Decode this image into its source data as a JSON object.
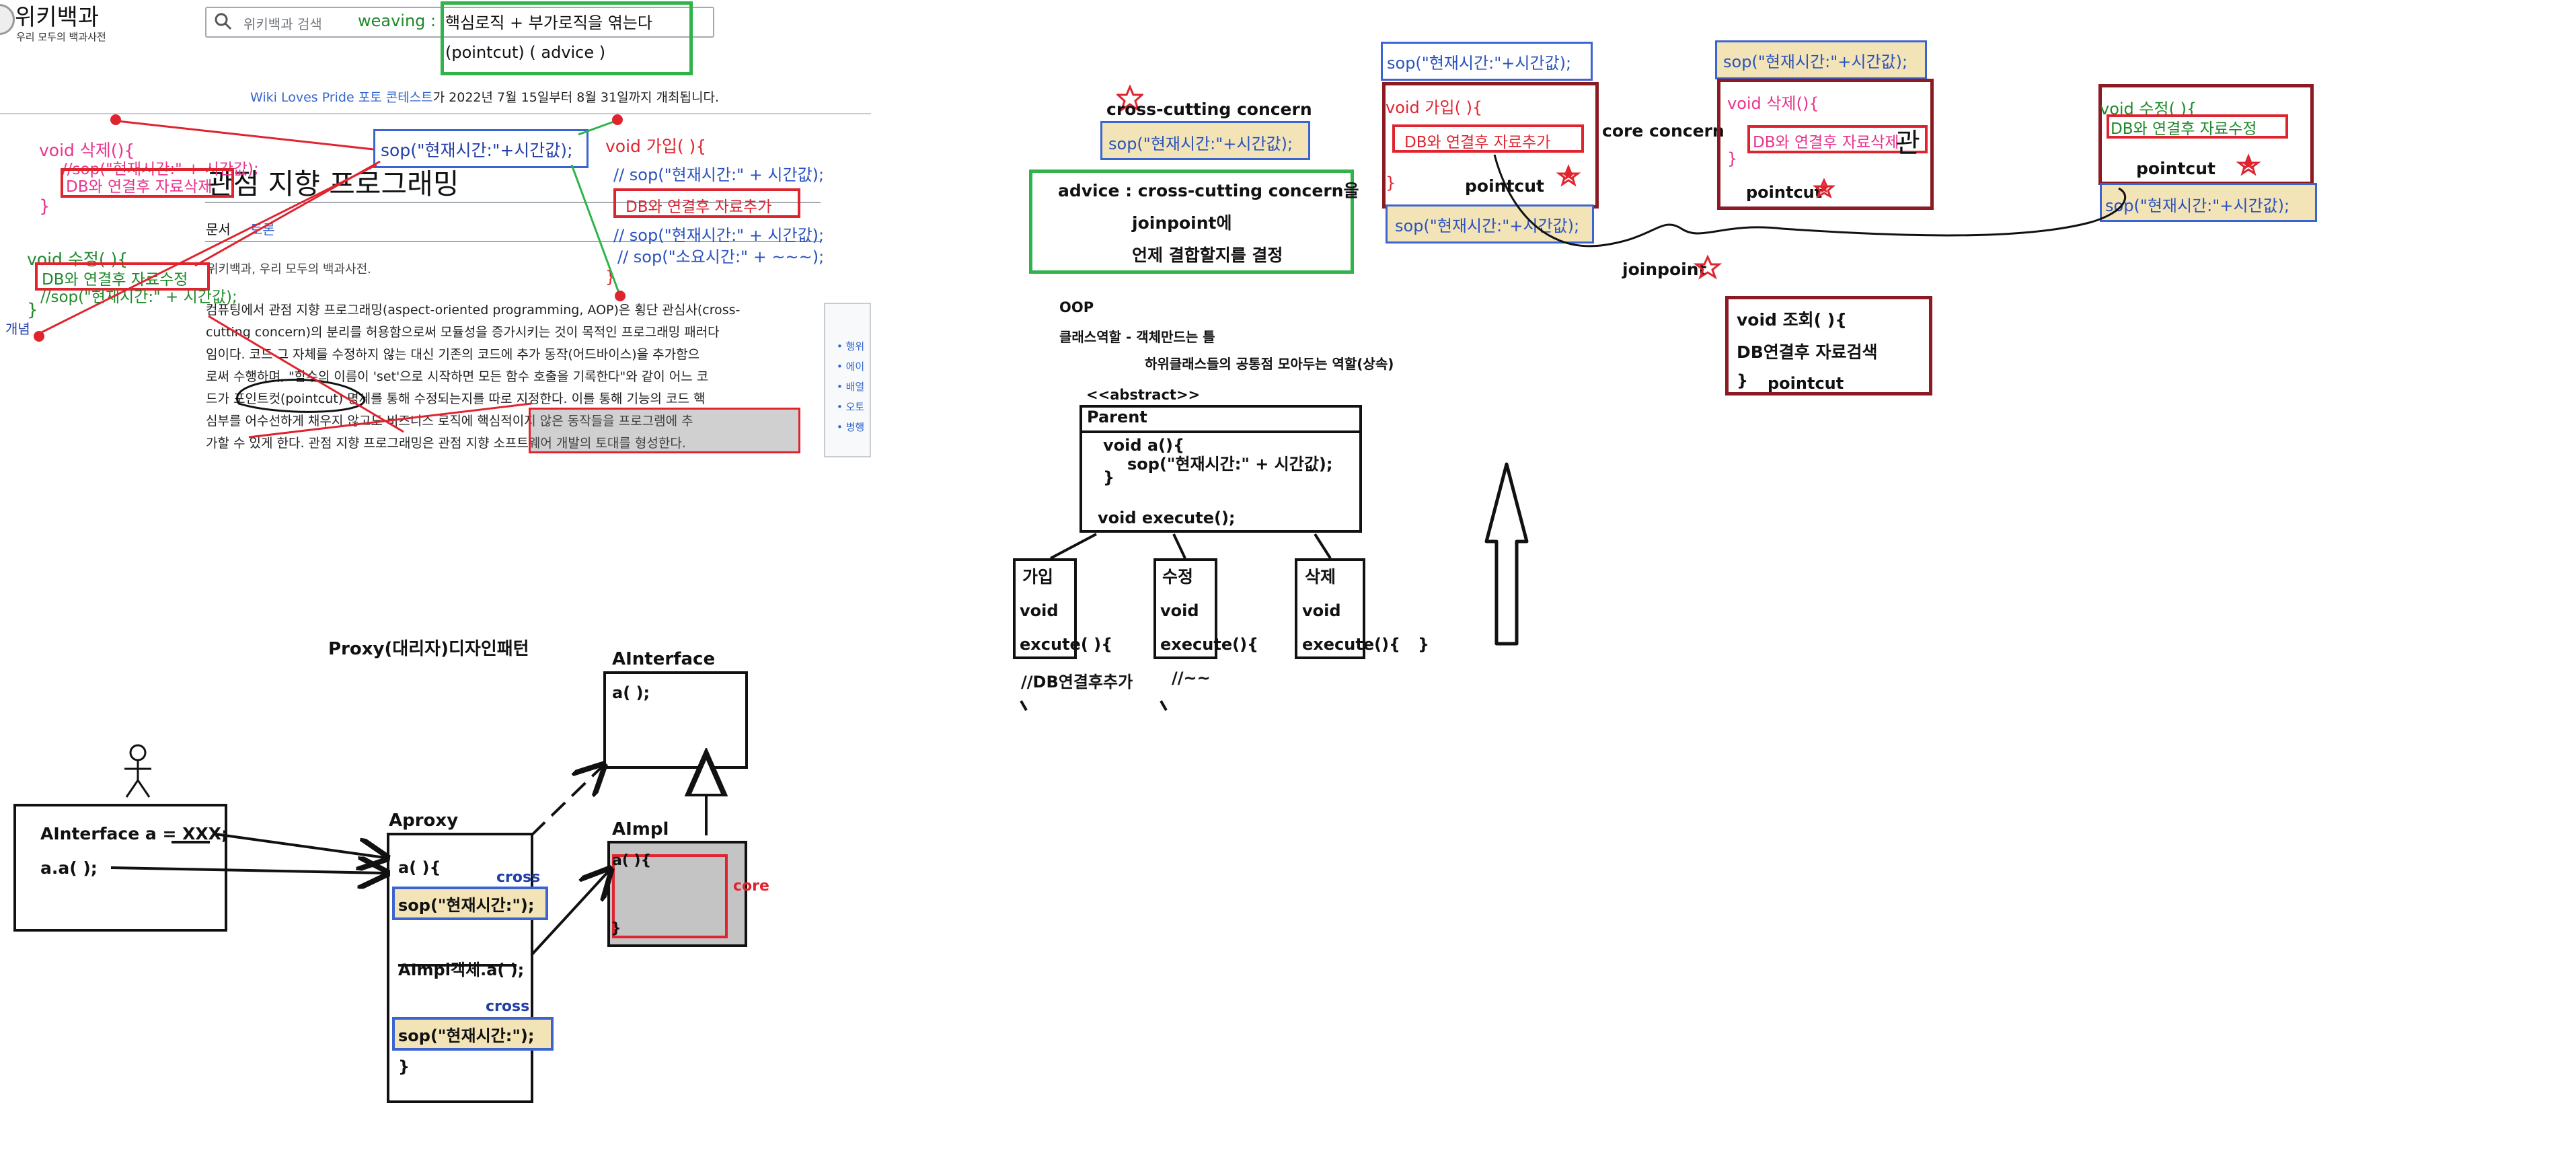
{
  "wiki": {
    "logo_title": "위키백과",
    "logo_subtitle": "우리 모두의 백과사전",
    "search_placeholder": "위키백과 검색",
    "search_typed": "weaving :",
    "banner_prefix": "Wiki Loves Pride 포토 콘테스트",
    "banner_suffix": "가 2022년 7월 15일부터 8월 31일까지 개최됩니다.",
    "article_title": "관점 지향 프로그래밍",
    "tab_doc": "문서",
    "tab_talk": "토론",
    "from_line": "위키백과, 우리 모두의 백과사전.",
    "para_lines": [
      "컴퓨팅에서 관점 지향 프로그래밍(aspect-oriented programming, AOP)은 횡단 관심사(cross-",
      "cutting concern)의 분리를 허용함으로써 모듈성을 증가시키는 것이 목적인 프로그래밍 패러다",
      "임이다. 코드 그 자체를 수정하지 않는 대신 기존의 코드에 추가 동작(어드바이스)을 추가함으",
      "로써 수행하며, \"함수의 이름이 'set'으로 시작하면 모든 함수 호출을 기록한다\"와 같이 어느 코",
      "드가 포인트컷(pointcut) 명세를 통해 수정되는지를 따로 지정한다. 이를 통해 기능의 코드 핵",
      "심부를 어수선하게 채우지 않고도 비즈니스 로직에 핵심적이지 않은 동작들을 프로그램에 추",
      "가할 수 있게 한다. 관점 지향 프로그래밍은 관점 지향 소프트웨어 개발의 토대를 형성한다."
    ],
    "side_items": [
      "행위",
      "에이",
      "배열",
      "오토",
      "병행"
    ],
    "side_left_label": "개념"
  },
  "annotations": {
    "weaving_line1": "핵심로직  +  부가로직을 엮는다",
    "weaving_line2": "(pointcut)     (      advice     )",
    "sop_center": "sop(\"현재시간:\"+시간값);",
    "delete_sig": "void 삭제(){",
    "delete_comment": "//sop(\"현재시간:\" + 시간값);",
    "delete_db": "DB와 연결후 자료삭제",
    "delete_close": "}",
    "update_sig": "void 수정( ){",
    "update_db": "DB와 연결후 자료수정",
    "update_comment": "//sop(\"현재시간:\" + 시간값);",
    "update_close": "}",
    "join_sig": "void 가입( ){",
    "join_comment1": "// sop(\"현재시간:\" + 시간값);",
    "join_db": "DB와 연결후 자료추가",
    "join_comment2": "// sop(\"현재시간:\" + 시간값);",
    "join_comment3": "// sop(\"소요시간:\"  + ~~~);",
    "join_close": "}"
  },
  "proxy": {
    "title": "Proxy(대리자)디자인패턴",
    "client_line1": "AInterface a = XXX;",
    "client_line2": "a.a( );",
    "interface_label": "AInterface",
    "interface_method": "a( );",
    "aproxy_label": "Aproxy",
    "aproxy_method": "a( ){",
    "cross1": "cross",
    "sop1": "sop(\"현재시간:\");",
    "aimpl_call": "AImpl객체.a( );",
    "cross2": "cross",
    "sop2": "sop(\"현재시간:\");",
    "aproxy_close": "}",
    "aimpl_label": "AImpl",
    "aimpl_method": "a( ){",
    "aimpl_close": "}",
    "core_label": "core"
  },
  "aop": {
    "cc_title": "cross-cutting concern",
    "cc_sop": "sop(\"현재시간:\"+시간값);",
    "advice_line1": "advice : cross-cutting concern을",
    "advice_line2": "joinpoint에",
    "advice_line3": "언제 결합할지를 결정",
    "oop_title": "OOP",
    "oop_line1": "클래스역할 - 객체만드는 틀",
    "oop_line2": "하위클래스들의 공통점 모아두는 역할(상속)",
    "abstract_label": "<<abstract>>",
    "parent_label": "Parent",
    "parent_m1": "void a(){",
    "parent_m1_body": "sop(\"현재시간:\" + 시간값);",
    "parent_m1_close": "}",
    "parent_m2": "void execute();",
    "join_class": [
      "가입",
      "void",
      "excute( ){"
    ],
    "join_class_note": "//DB연결후추가",
    "update_class": [
      "수정",
      "void",
      "execute(){"
    ],
    "update_class_note": "//~~",
    "delete_class": [
      "삭제",
      "void",
      "execute(){"
    ],
    "delete_class_close": "}",
    "m_join_sop_top": "sop(\"현재시간:\"+시간값);",
    "m_join_sig": "void 가입( ){",
    "m_join_db": "DB와 연결후 자료추가",
    "m_join_close": "}",
    "pointcut_label": "pointcut",
    "m_join_sop_bottom": "sop(\"현재시간:\"+시간값);",
    "core_concern": "core concern",
    "joinpoint_label": "joinpoint",
    "m_del_sop_top": "sop(\"현재시간:\"+시간값);",
    "m_del_sig": "void 삭제(){",
    "m_del_db": "DB와 연결후 자료삭제",
    "m_del_close": "}",
    "m_del_char": "관",
    "m_del_pointcut": "pointcut",
    "m_upd_sig": "void 수정( ){",
    "m_upd_db": "DB와 연결후 자료수정",
    "m_upd_pointcut": "pointcut",
    "m_upd_sop": "sop(\"현재시간:\"+시간값);",
    "query_sig": "void 조회( ){",
    "query_db": "DB연결후 자료검색",
    "query_close": "}",
    "query_pointcut": "pointcut"
  }
}
